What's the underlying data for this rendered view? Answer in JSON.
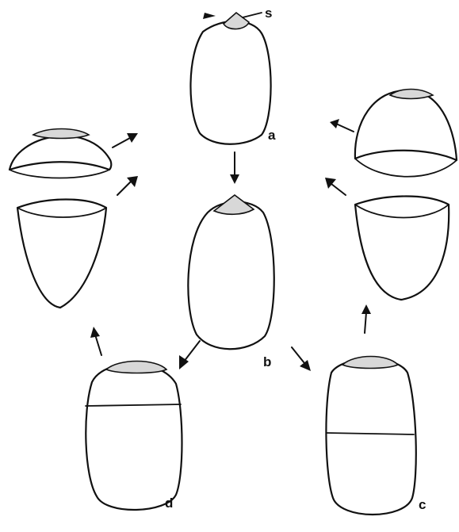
{
  "labels": {
    "a": "a",
    "b": "b",
    "c": "c",
    "d": "d",
    "s": "s"
  }
}
